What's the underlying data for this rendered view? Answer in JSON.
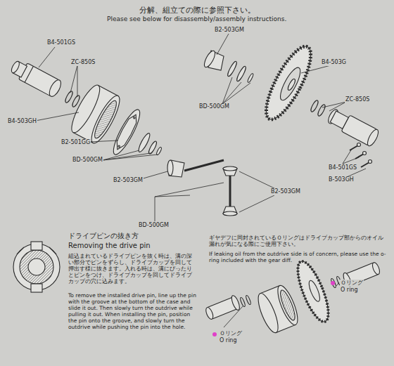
{
  "diagram": {
    "title": "分解、組立ての際に参照下さい。",
    "labels": [
      "Please see below for disassembly/assembly instructions.",
      "B4-501GS",
      "ZC-850S",
      "B2-503GM",
      "B4-503G",
      "ZC-850S",
      "B4-503GH",
      "B2-501GG",
      "BD-500GM",
      "BD-500GM",
      "B2-503GM",
      "B4-501GS",
      "B-503GH",
      "BD-500GM",
      "B2-503GM",
      "ドライブピンの抜き方",
      "Removing the drive pin",
      "組込まれているドライブピンを抜く時は、溝の深い部分でピンをずらし、ドライブカップを回して押出す様に抜きます。入れる時は、溝にぴったりとピンをつけ、ドライブカップを回してドライブカップの穴に込みます。",
      "To remove the installed drive pin, line up the pin with the groove at the bottom of the case and slide it out. Then slowly turn the outdrive while pulling it out. When installing the pin, position the pin onto the groove, and slowly turn the outdrive while pushing the pin into the hole.",
      "ギヤデフに同封されているＯリングはドライブカップ部からのオイル漏れが気になる際にご使用下さい。",
      "If leaking oil from the outdrive side is of concern, please use the o-ring included with the gear diff.",
      "Ｏリング",
      "O ring",
      "Ｏリング",
      "O ring"
    ]
  }
}
